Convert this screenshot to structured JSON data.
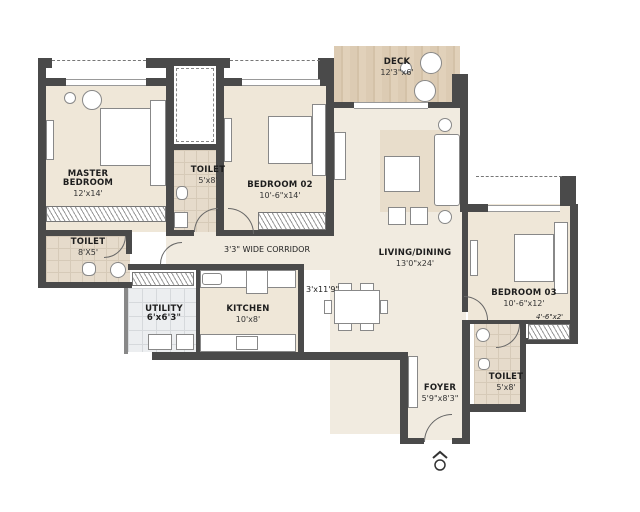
{
  "floor_plan": {
    "rooms": [
      {
        "id": "master-bedroom",
        "name_line1": "MASTER",
        "name_line2": "BEDROOM",
        "dimensions": "12'x14'"
      },
      {
        "id": "toilet-master",
        "name": "TOILET",
        "dimensions": "5'x8'"
      },
      {
        "id": "bedroom-02",
        "name": "BEDROOM 02",
        "dimensions": "10'-6\"x14'"
      },
      {
        "id": "deck",
        "name": "DECK",
        "dimensions": "12'3\"x6'"
      },
      {
        "id": "toilet-common",
        "name": "TOILET",
        "dimensions": "8'X5'"
      },
      {
        "id": "utility",
        "name": "UTILITY",
        "dimensions": "6'x6'3\""
      },
      {
        "id": "kitchen",
        "name": "KITCHEN",
        "dimensions": "10'x8'"
      },
      {
        "id": "living-dining",
        "name": "LIVING/DINING",
        "dimensions": "13'0\"x24'"
      },
      {
        "id": "bedroom-03",
        "name": "BEDROOM 03",
        "dimensions": "10'-6\"x12'"
      },
      {
        "id": "toilet-bed3",
        "name": "TOILET",
        "dimensions": "5'x8'"
      },
      {
        "id": "foyer",
        "name": "FOYER",
        "dimensions": "5'9\"x8'3\""
      }
    ],
    "annotations": {
      "corridor": "3'3\" WIDE CORRIDOR",
      "dining_niche": "3'x11'9\"",
      "bed3_wardrobe": "4'-6\"x2'"
    },
    "entry_icon": "entry-arrow-icon",
    "colors": {
      "wall": "#4a4a4a",
      "marble_floor": "#f1ebe0",
      "wood_deck": "#dccbb3",
      "toilet_tile": "#e6dbcb",
      "utility_tile": "#eceef0"
    }
  }
}
